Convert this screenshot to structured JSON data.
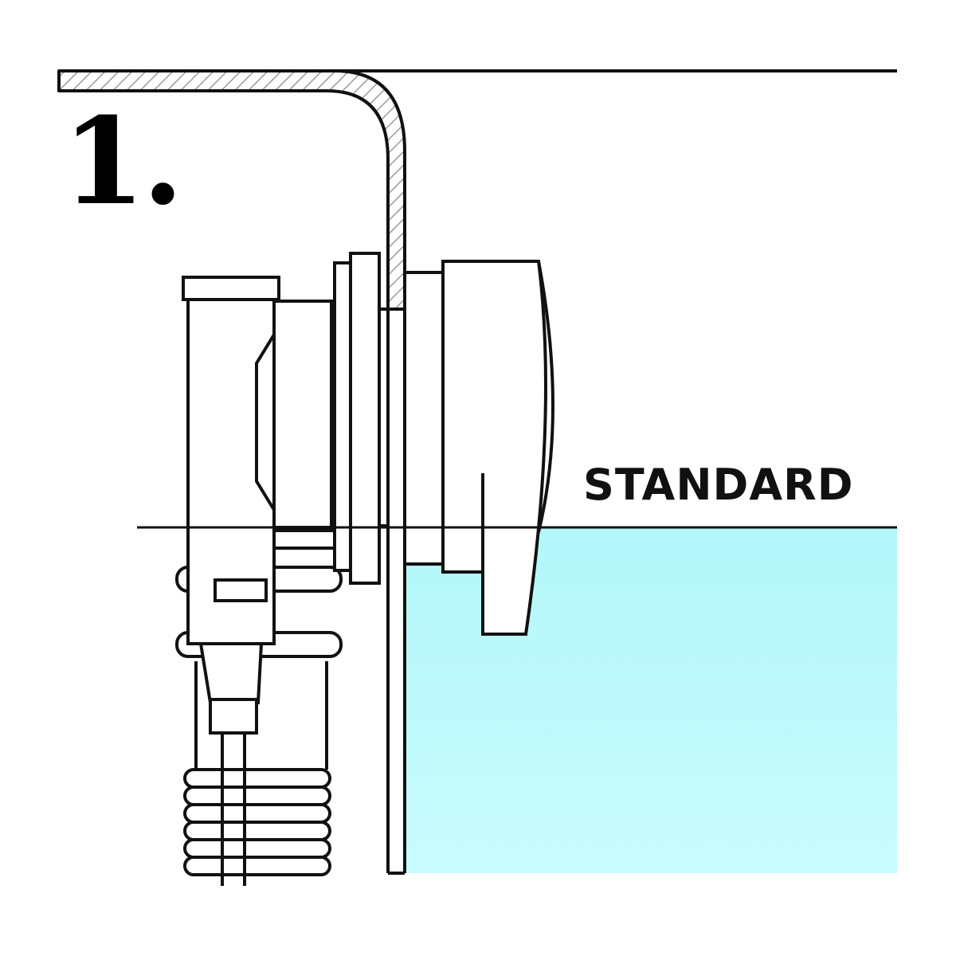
{
  "step_number": "1.",
  "level_label": "STANDARD",
  "colors": {
    "water": "#b3f7fa",
    "water_light": "#c9fbfc",
    "line": "#111111",
    "hatch": "#9a9a9a",
    "background": "#ffffff"
  },
  "icons": [
    "pool-wall",
    "skimmer-body",
    "skimmer-fitting",
    "flexible-hose",
    "cable"
  ]
}
